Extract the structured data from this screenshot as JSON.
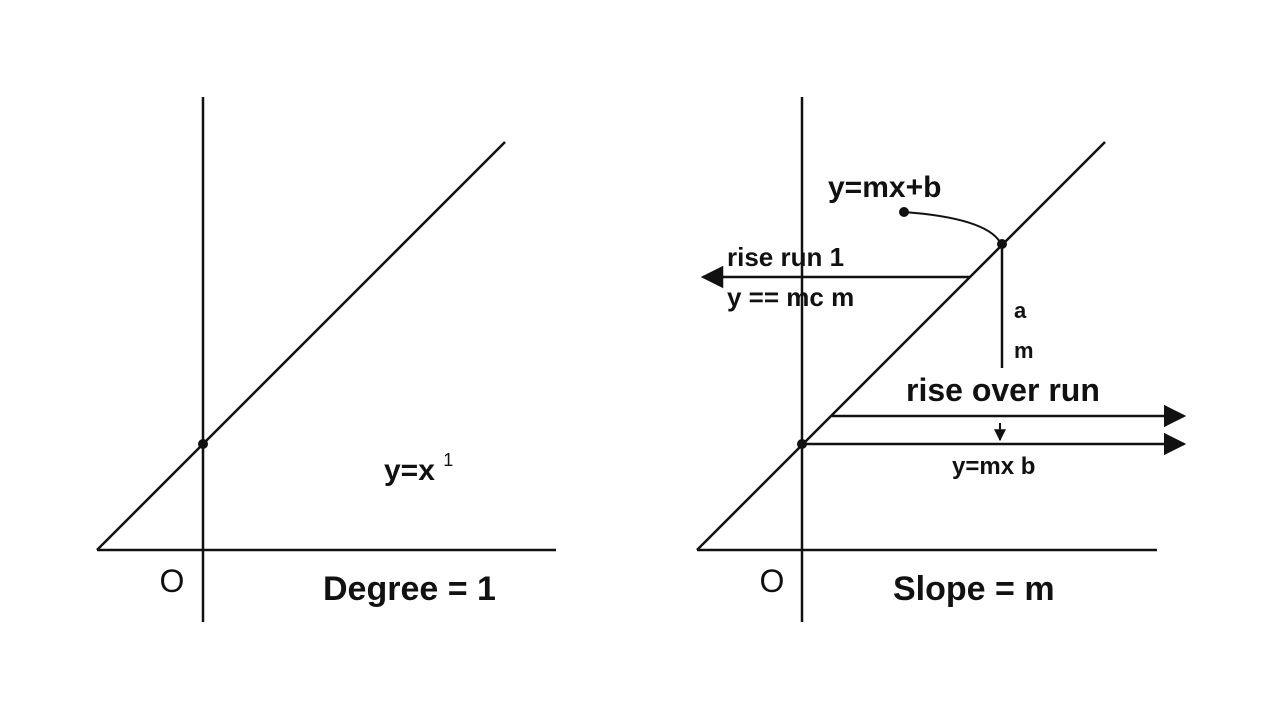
{
  "colors": {
    "background": "#ffffff",
    "ink": "#111111"
  },
  "left_panel": {
    "origin_label": "O",
    "equation": "y=x",
    "equation_exponent": "1",
    "caption": "Degree = 1"
  },
  "right_panel": {
    "origin_label": "O",
    "equation_top": "y=mx+b",
    "rise_run_label": "rise run 1",
    "rise_run_eq": "y == mc m",
    "vertical_label_a": "a",
    "vertical_label_m": "m",
    "rise_over_run": "rise over run",
    "bottom_equation": "y=mx b",
    "caption": "Slope = m"
  }
}
